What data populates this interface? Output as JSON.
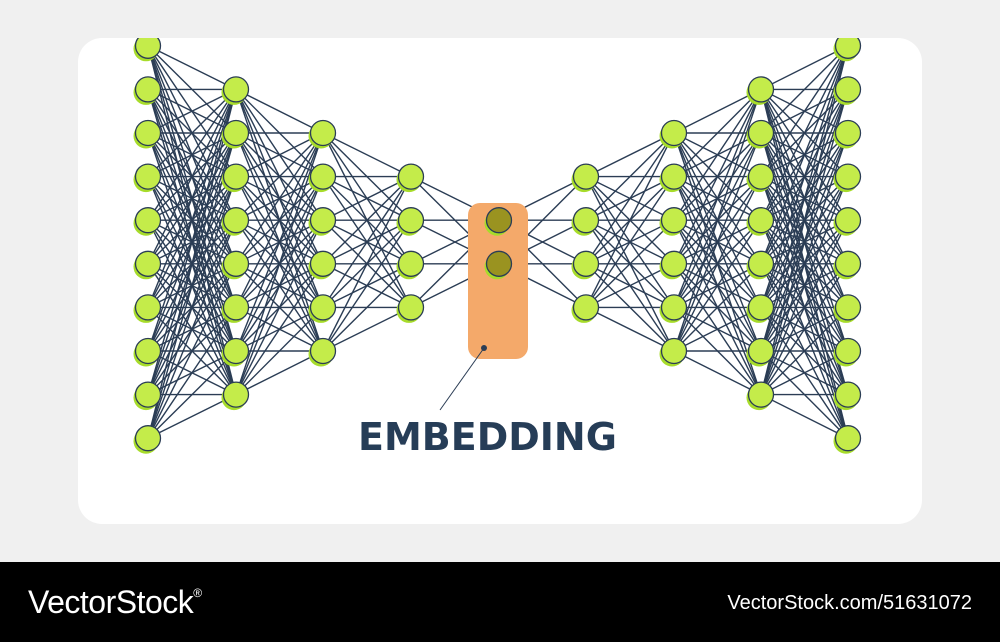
{
  "diagram": {
    "label": "EMBEDDING",
    "layers": [
      10,
      8,
      6,
      4,
      2,
      4,
      6,
      8,
      10
    ],
    "embedding_layer_index": 4,
    "colors": {
      "node_fill": "#c4ec4a",
      "node_shadow": "#a7dc2a",
      "node_stroke": "#2b3d55",
      "embedding_node_fill": "#9a9320",
      "edge": "#2b3d55",
      "embedding_box": "#f4a96a",
      "label": "#263d57",
      "card": "#ffffff",
      "background": "#f0f0f0"
    }
  },
  "footer": {
    "brand": "VectorStock",
    "registered_mark": "®",
    "image_id": "VectorStock.com/51631072"
  }
}
